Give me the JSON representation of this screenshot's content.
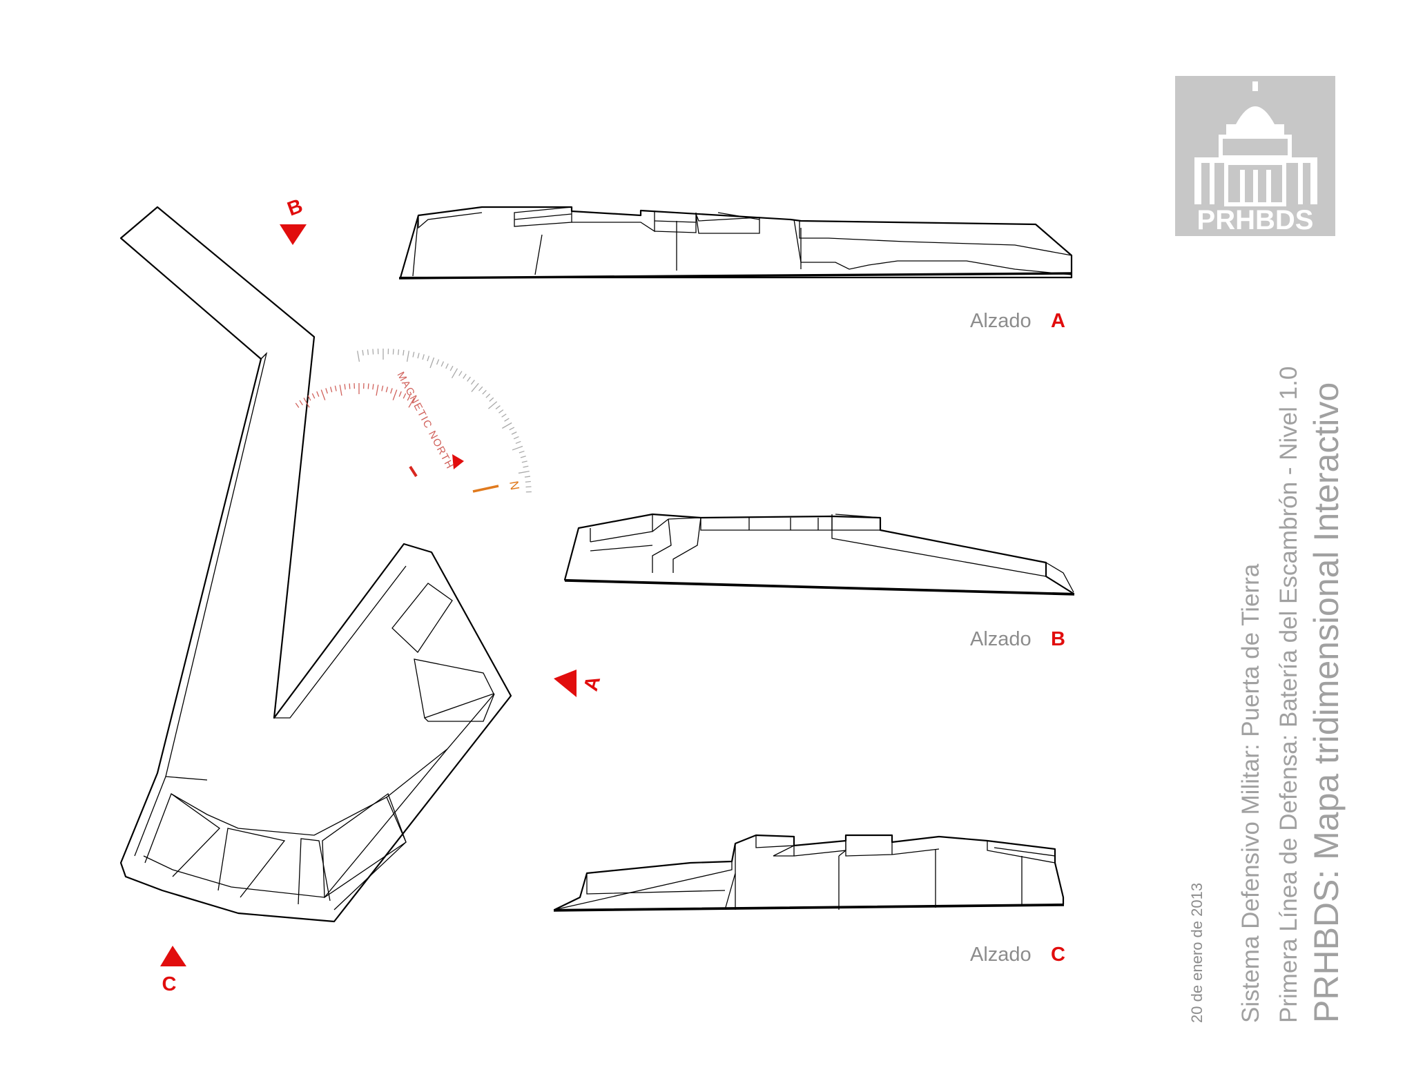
{
  "logo": {
    "text": "PRHBDS",
    "color": "#c7c7c7"
  },
  "compass": {
    "magnetic_label": "MAGNETIC NORTH",
    "north_label": "N"
  },
  "view_markers": {
    "a": "A",
    "b": "B",
    "c": "C",
    "color": "#e10d0d"
  },
  "elevations": [
    {
      "prefix": "Alzado",
      "letter": "A"
    },
    {
      "prefix": "Alzado",
      "letter": "B"
    },
    {
      "prefix": "Alzado",
      "letter": "C"
    }
  ],
  "title_block": {
    "date": "20 de enero de 2013",
    "line1": "Sistema Defensivo Militar: Puerta de Tierra",
    "line2": "Primera Línea de Defensa: Batería del Escambrón - Nivel 1.0",
    "line3": "PRHBDS: Mapa tridimensional Interactivo"
  }
}
